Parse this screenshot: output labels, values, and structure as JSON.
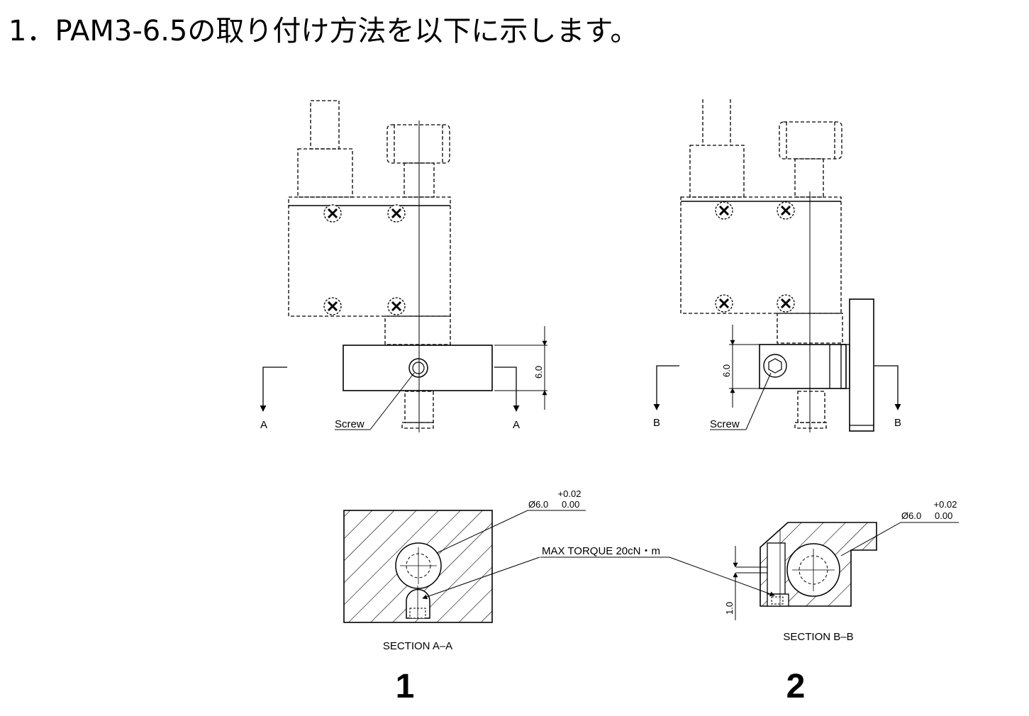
{
  "heading": "1．PAM3-6.5の取り付け方法を以下に示します。",
  "views": {
    "view1": {
      "section_marker_left": "A",
      "section_marker_right": "A",
      "screw_label": "Screw",
      "dimension": "6.0"
    },
    "view2": {
      "section_marker_left": "B",
      "section_marker_right": "B",
      "screw_label": "Screw",
      "dimension": "6.0"
    }
  },
  "sections": {
    "a": {
      "tol_upper": "+0.02",
      "diameter": "Ø6.0",
      "tol_lower": "0.00",
      "caption": "SECTION A–A",
      "number": "1"
    },
    "b": {
      "tol_upper": "+0.02",
      "diameter": "Ø6.0",
      "tol_lower": "0.00",
      "caption": "SECTION B–B",
      "dimension": "1.0",
      "number": "2"
    },
    "torque_note": "MAX TORQUE 20cN・m"
  }
}
